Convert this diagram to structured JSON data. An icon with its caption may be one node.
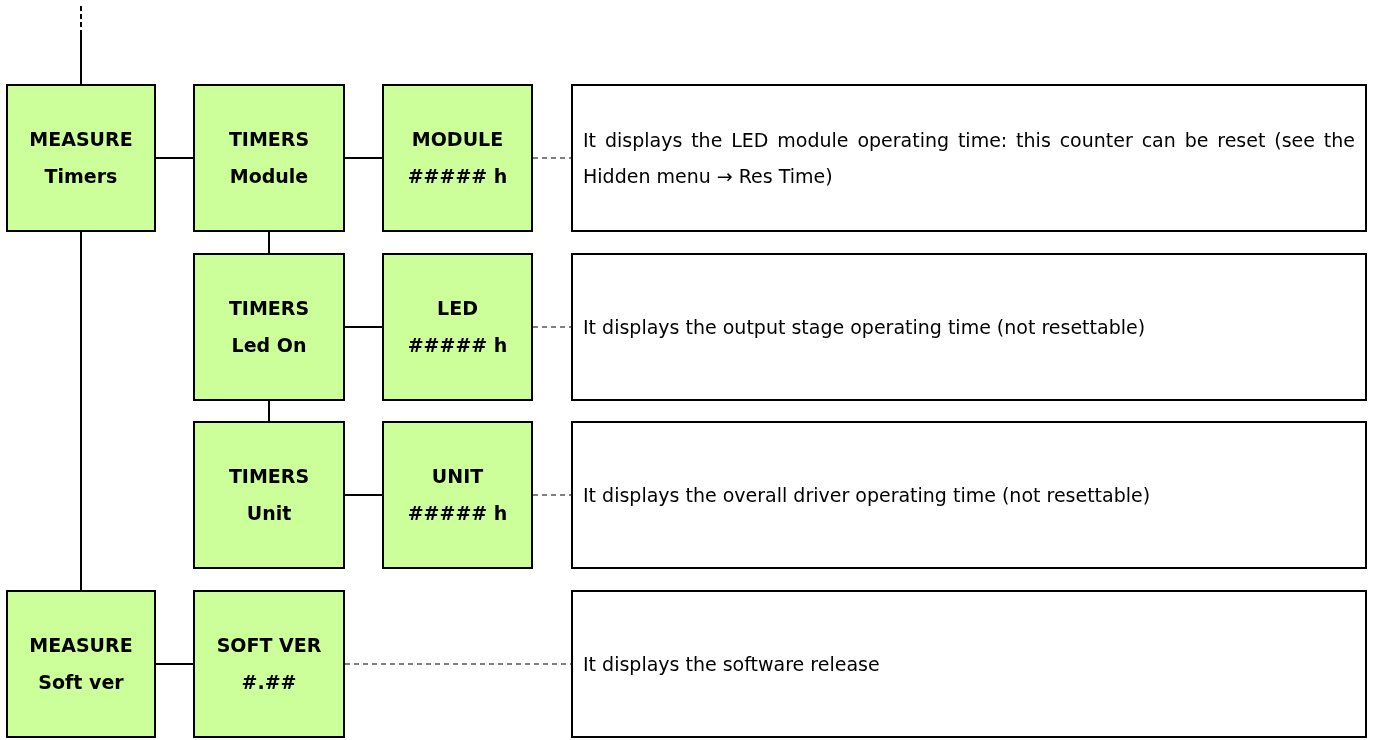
{
  "diagram": {
    "nodes": [
      {
        "text": [
          "MEASURE",
          "Timers"
        ]
      },
      {
        "text": [
          "TIMERS",
          "Module"
        ]
      },
      {
        "text": [
          "MODULE",
          "##### h"
        ]
      },
      {
        "text": [
          "It displays the LED module operating time: this counter can be reset (see the Hidden menu → Res Time)"
        ]
      },
      {
        "text": [
          "TIMERS",
          "Led On"
        ]
      },
      {
        "text": [
          "LED",
          "##### h"
        ]
      },
      {
        "text": [
          "It displays the output stage operating time (not resettable)"
        ]
      },
      {
        "text": [
          "TIMERS",
          "Unit"
        ]
      },
      {
        "text": [
          "UNIT",
          "##### h"
        ]
      },
      {
        "text": [
          "It displays the overall driver operating time (not resettable)"
        ]
      },
      {
        "text": [
          "MEASURE",
          "Soft ver"
        ]
      },
      {
        "text": [
          "SOFT VER",
          "#.##"
        ]
      },
      {
        "text": [
          "It displays the software release"
        ]
      }
    ],
    "edges": [
      {
        "from": null,
        "to": 0,
        "arrow": "none"
      },
      {
        "from": 0,
        "to": 1,
        "arrow": "none"
      },
      {
        "from": 1,
        "to": 2,
        "arrow": "none"
      },
      {
        "from": 2,
        "to": 3,
        "arrow": "none",
        "style": "dashed"
      },
      {
        "from": 1,
        "to": 4,
        "arrow": "none"
      },
      {
        "from": 4,
        "to": 5,
        "arrow": "none"
      },
      {
        "from": 5,
        "to": 6,
        "arrow": "none",
        "style": "dashed"
      },
      {
        "from": 4,
        "to": 7,
        "arrow": "none"
      },
      {
        "from": 7,
        "to": 8,
        "arrow": "none"
      },
      {
        "from": 8,
        "to": 9,
        "arrow": "none",
        "style": "dashed"
      },
      {
        "from": 0,
        "to": 10,
        "arrow": "none"
      },
      {
        "from": 10,
        "to": 11,
        "arrow": "none"
      },
      {
        "from": 11,
        "to": 12,
        "arrow": "none",
        "style": "dashed"
      }
    ]
  }
}
